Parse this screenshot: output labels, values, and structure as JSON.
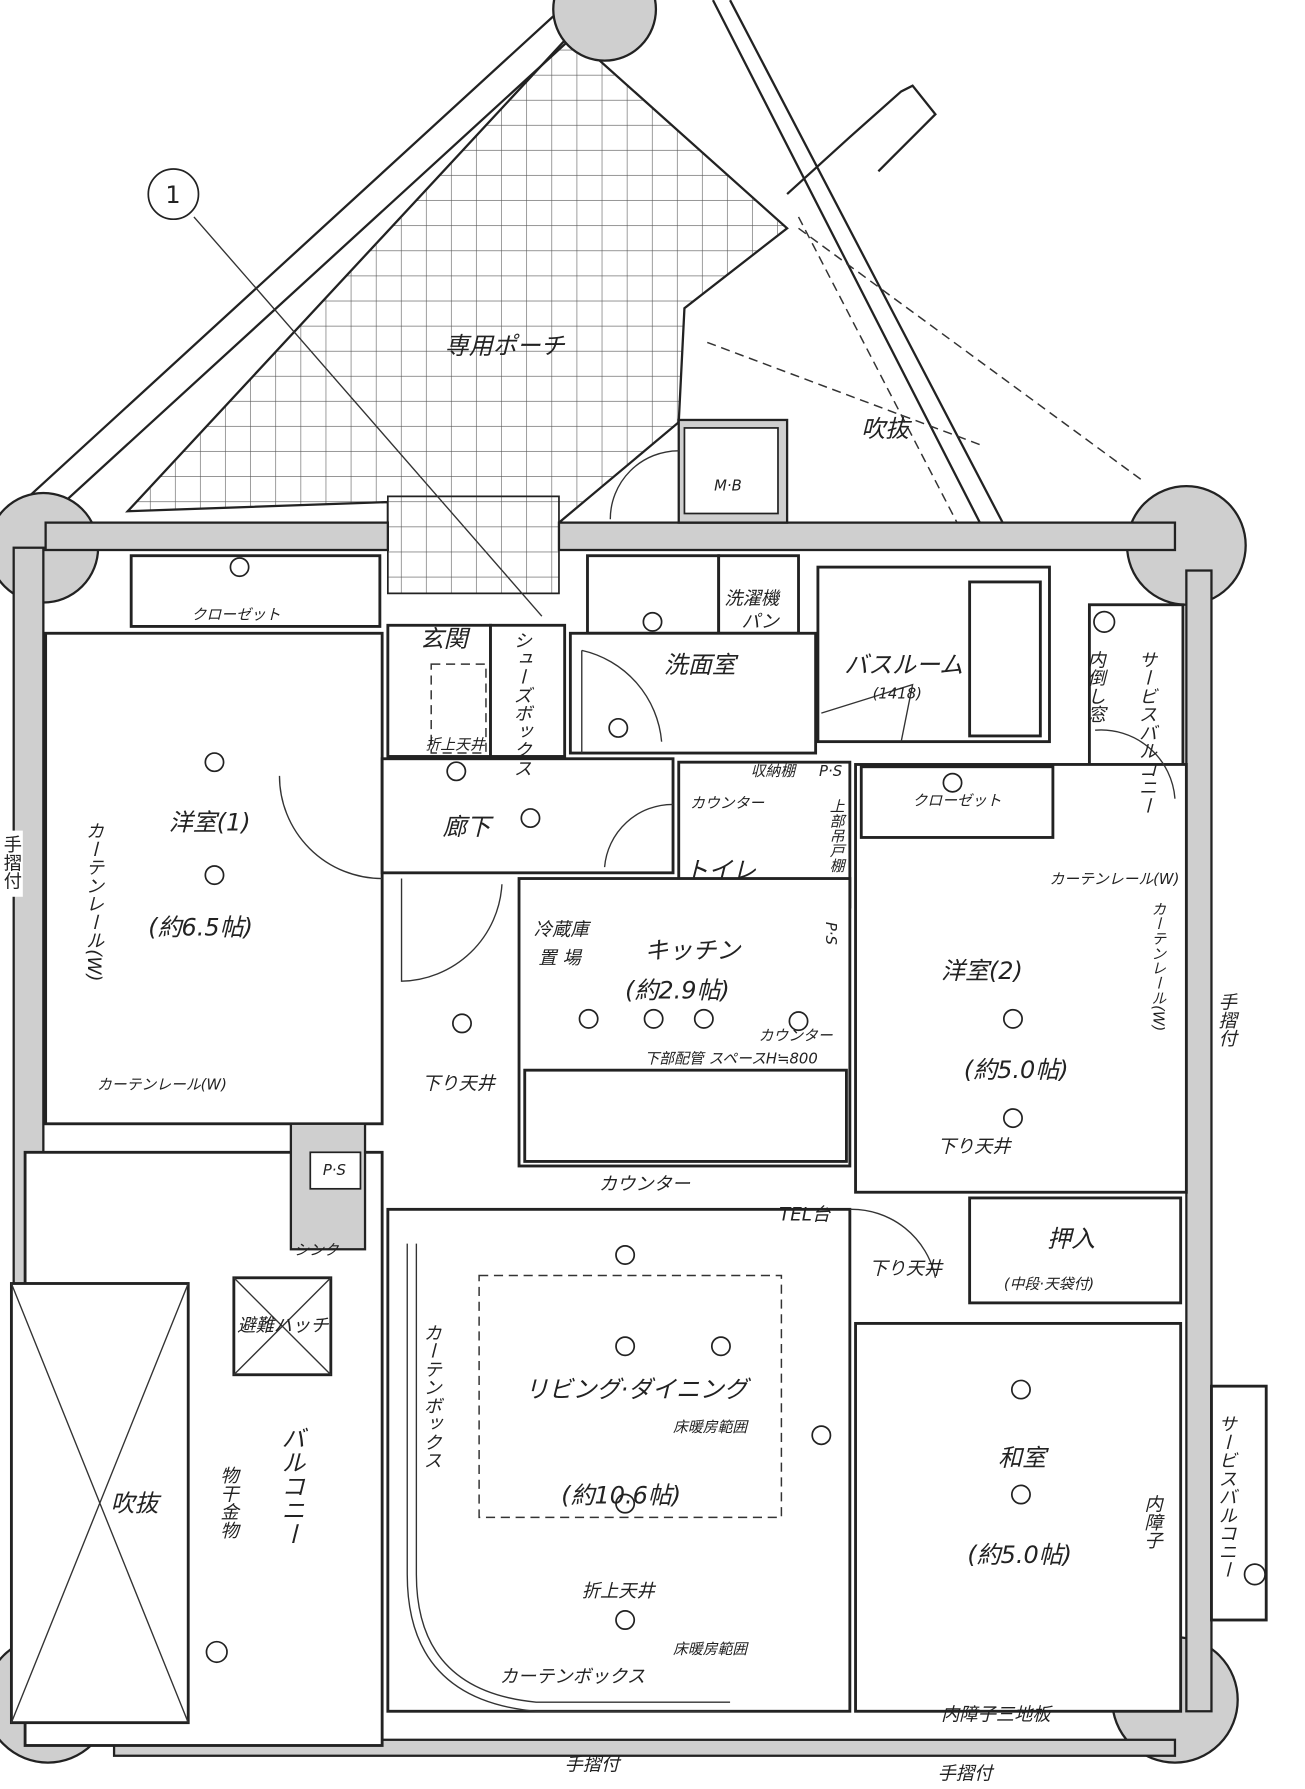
{
  "plan": {
    "marker": "1",
    "porch": "専用ポーチ",
    "void_top": "吹抜",
    "mb": "M·B",
    "closet1": "クローゼット",
    "entrance": "玄関",
    "shoe_box": "シューズボックス",
    "raised_ceiling_entry": "折上天井",
    "washroom": "洗面室",
    "washer": "洗濯機",
    "washer_pan": "パン",
    "bathroom": "バスルーム",
    "bath_size": "(1418)",
    "inward_window": "内倒し窓",
    "service_balcony_top": "サービスバルコニー",
    "storage_shelf": "収納棚",
    "ps_top": "P·S",
    "counter_toilet": "カウンター",
    "toilet": "トイレ",
    "upper_cabinet": "上部吊戸棚",
    "closet2": "クローゼット",
    "curtain_rail_w": "カーテンレール(W)",
    "curtain_rail_w2": "カーテンレール(W)",
    "curtain_rail_w3": "カーテンレール(W)",
    "curtain_rail_w4": "カーテンレール(W)",
    "hallway": "廊下",
    "western1": "洋室(1)",
    "western1_size": "(約6.5帖)",
    "handrail_left": "手摺付",
    "fridge": "冷蔵庫",
    "fridge2": "置 場",
    "kitchen": "キッチン",
    "kitchen_size": "(約2.9帖)",
    "ps_kitchen": "P·S",
    "counter_kitchen": "カウンター",
    "piping": "下部配管 スペースH≒800",
    "lowered_ceiling1": "下り天井",
    "western2": "洋室(2)",
    "western2_size": "(約5.0帖)",
    "handrail_right": "手摺付",
    "lowered_ceiling2": "下り天井",
    "counter_bottom": "カウンター",
    "tel": "TEL台",
    "lowered_ceiling3": "下り天井",
    "oshiire": "押入",
    "oshiire_note": "(中段·天袋付)",
    "ps_balcony": "P·S",
    "sink": "シンク",
    "hatch": "避難ハッチ",
    "void_bottom": "吹抜",
    "balcony": "バルコニー",
    "drying": "物干金物",
    "curtain_box_v": "カーテンボックス",
    "living": "リビング·ダイニング",
    "floor_heating1": "床暖房範囲",
    "living_size": "(約10.6帖)",
    "raised_ceiling_living": "折上天井",
    "floor_heating2": "床暖房範囲",
    "curtain_box_h": "カーテンボックス",
    "japanese": "和室",
    "japanese_size": "(約5.0帖)",
    "inner_shoji": "内障子",
    "service_balcony_bottom": "サービスバルコニー",
    "shoji_floor": "内障子三地板",
    "handrail_bottom1": "手摺付",
    "handrail_bottom2": "手摺付"
  }
}
